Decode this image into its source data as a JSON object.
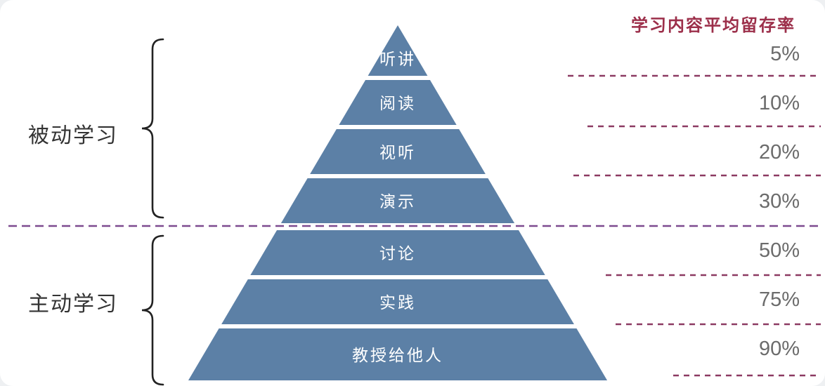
{
  "title": "学习内容平均留存率",
  "pyramid": {
    "levels": [
      {
        "label": "听讲",
        "percent": "5%"
      },
      {
        "label": "阅读",
        "percent": "10%"
      },
      {
        "label": "视听",
        "percent": "20%"
      },
      {
        "label": "演示",
        "percent": "30%"
      },
      {
        "label": "讨论",
        "percent": "50%"
      },
      {
        "label": "实践",
        "percent": "75%"
      },
      {
        "label": "教授给他人",
        "percent": "90%"
      }
    ]
  },
  "groups": [
    {
      "label": "被动学习"
    },
    {
      "label": "主动学习"
    }
  ],
  "chart_data": {
    "type": "pyramid",
    "title": "学习内容平均留存率",
    "categories": [
      "听讲",
      "阅读",
      "视听",
      "演示",
      "讨论",
      "实践",
      "教授给他人"
    ],
    "values": [
      5,
      10,
      20,
      30,
      50,
      75,
      90
    ],
    "unit": "%",
    "groups": [
      {
        "name": "被动学习",
        "members": [
          "听讲",
          "阅读",
          "视听",
          "演示"
        ]
      },
      {
        "name": "主动学习",
        "members": [
          "讨论",
          "实践",
          "教授给他人"
        ]
      }
    ]
  },
  "colors": {
    "pyramid_fill": "#5c80a6",
    "level_text": "#ffffff",
    "percent_text": "#6b6b6b",
    "title_text": "#9c2f4a",
    "divider_line": "#7d4a8f",
    "retention_line": "#8c3a62",
    "group_label_text": "#333333",
    "brace_stroke": "#222222"
  }
}
